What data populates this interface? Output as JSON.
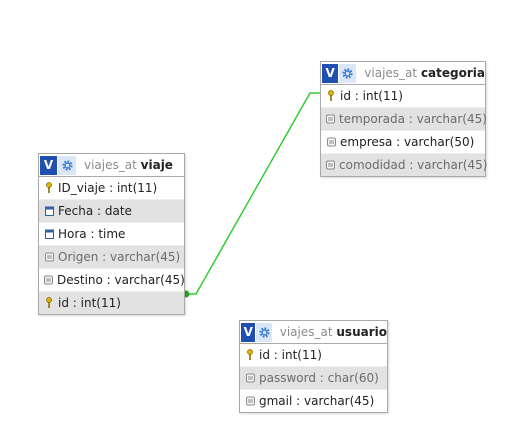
{
  "tables": {
    "viaje": {
      "schema": "viajes_at",
      "name": "viaje",
      "columns": [
        {
          "label": "ID_viaje : int(11)",
          "icon": "primary-key-icon"
        },
        {
          "label": "Fecha : date",
          "icon": "date-icon"
        },
        {
          "label": "Hora : time",
          "icon": "time-icon"
        },
        {
          "label": "Origen : varchar(45)",
          "icon": "column-icon"
        },
        {
          "label": "Destino : varchar(45)",
          "icon": "column-icon"
        },
        {
          "label": "id : int(11)",
          "icon": "key-icon"
        }
      ]
    },
    "categoria": {
      "schema": "viajes_at",
      "name": "categoria",
      "columns": [
        {
          "label": "id : int(11)",
          "icon": "primary-key-icon"
        },
        {
          "label": "temporada : varchar(45)",
          "icon": "column-icon"
        },
        {
          "label": "empresa : varchar(50)",
          "icon": "column-icon"
        },
        {
          "label": "comodidad : varchar(45)",
          "icon": "column-icon"
        }
      ]
    },
    "usuario": {
      "schema": "viajes_at",
      "name": "usuario",
      "columns": [
        {
          "label": "id : int(11)",
          "icon": "primary-key-icon"
        },
        {
          "label": "password : char(60)",
          "icon": "column-icon"
        },
        {
          "label": "gmail : varchar(45)",
          "icon": "column-icon"
        }
      ]
    }
  },
  "relations": [
    {
      "from": "viaje.id",
      "to": "categoria.id",
      "color": "#33cc33"
    }
  ],
  "colors": {
    "v_badge": "#1f4fb0",
    "relation_line": "#33cc33",
    "row_alt": "#e2e2e2"
  }
}
